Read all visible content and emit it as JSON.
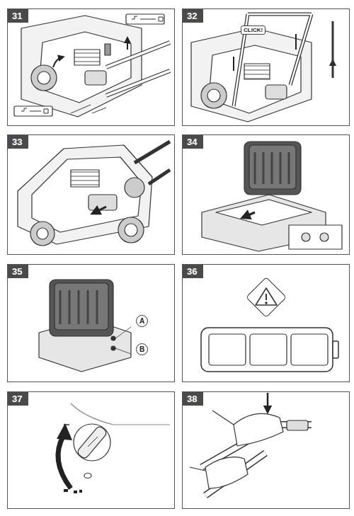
{
  "diagram": {
    "nodes": [
      {
        "text": [
          "31"
        ]
      },
      {
        "text": [
          "32"
        ]
      },
      {
        "text": [
          "33"
        ]
      },
      {
        "text": [
          "34"
        ]
      },
      {
        "text": [
          "35"
        ]
      },
      {
        "text": [
          "A"
        ],
        "in": 4
      },
      {
        "text": [
          "B"
        ],
        "in": 4
      },
      {
        "text": [
          "36"
        ]
      },
      {
        "text": [
          "37"
        ]
      },
      {
        "text": [
          "38"
        ]
      }
    ],
    "labels": [
      "CLICK!"
    ]
  }
}
